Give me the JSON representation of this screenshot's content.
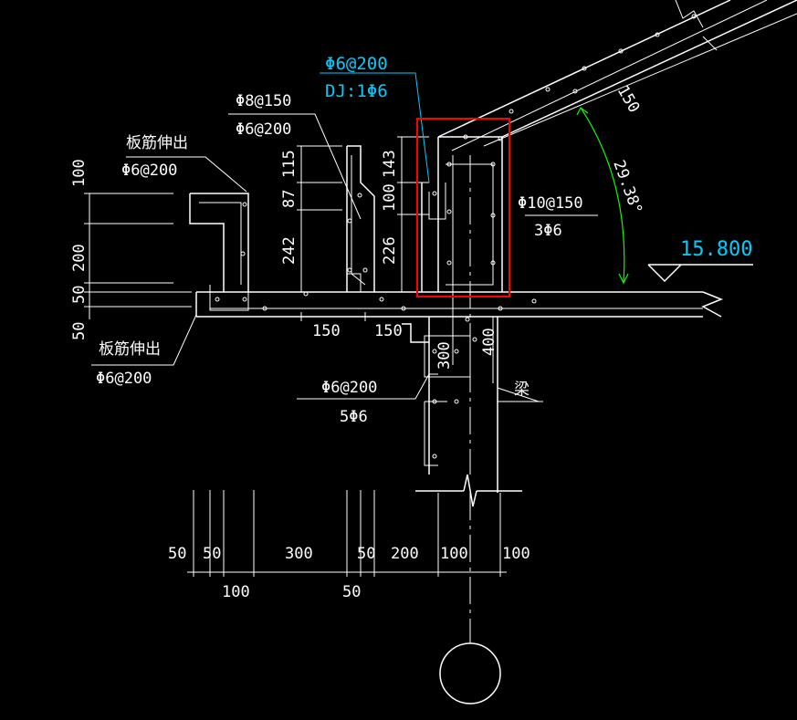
{
  "colors": {
    "background": "#000000",
    "lines": "#ffffff",
    "annotation_cyan": "#00ccff",
    "angle_green": "#00ff00",
    "highlight_red": "#ff0000"
  },
  "labels": {
    "slab_rebar_top_title": "板筋伸出",
    "slab_rebar_top_spec": "Φ6@200",
    "slab_rebar_bottom_title": "板筋伸出",
    "slab_rebar_bottom_spec": "Φ6@200",
    "rebar_phi8": "Φ8@150",
    "rebar_phi6_a": "Φ6@200",
    "rebar_cyan_top": "Φ6@200",
    "rebar_cyan_bottom": "DJ:1Φ6",
    "rebar_phi10": "Φ10@150",
    "rebar_3phi6": "3Φ6",
    "rebar_beam_spec": "Φ6@200",
    "rebar_5phi6": "5Φ6",
    "elevation": "15.800",
    "angle": "29.38°",
    "beam_label": "梁"
  },
  "dimensions": {
    "left_100": "100",
    "left_200": "200",
    "left_50a": "50",
    "left_50b": "50",
    "v_115": "115",
    "v_87": "87",
    "v_242": "242",
    "v_143": "143",
    "v_100": "100",
    "v_226": "226",
    "h_150a": "150",
    "h_150b": "150",
    "v_300": "300",
    "v_400": "400",
    "roof_150": "150",
    "bottom_50a": "50",
    "bottom_50b": "50",
    "bottom_300": "300",
    "bottom_50c": "50",
    "bottom_200": "200",
    "bottom_100a": "100",
    "bottom_100b": "100",
    "bottom_100c": "100",
    "bottom_50d": "50"
  }
}
